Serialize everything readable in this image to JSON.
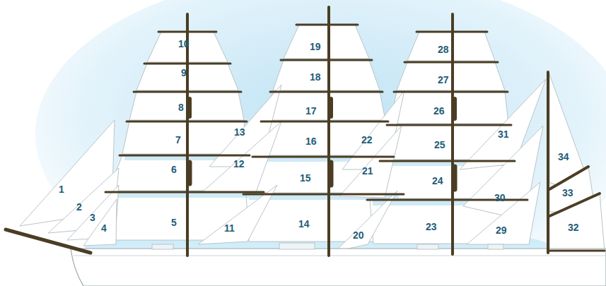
{
  "diagram": {
    "labels": [
      "1",
      "2",
      "3",
      "4",
      "5",
      "6",
      "7",
      "8",
      "9",
      "10",
      "11",
      "12",
      "13",
      "14",
      "15",
      "16",
      "17",
      "18",
      "19",
      "20",
      "21",
      "22",
      "23",
      "24",
      "25",
      "26",
      "27",
      "28",
      "29",
      "30",
      "31",
      "32",
      "33",
      "34"
    ]
  }
}
